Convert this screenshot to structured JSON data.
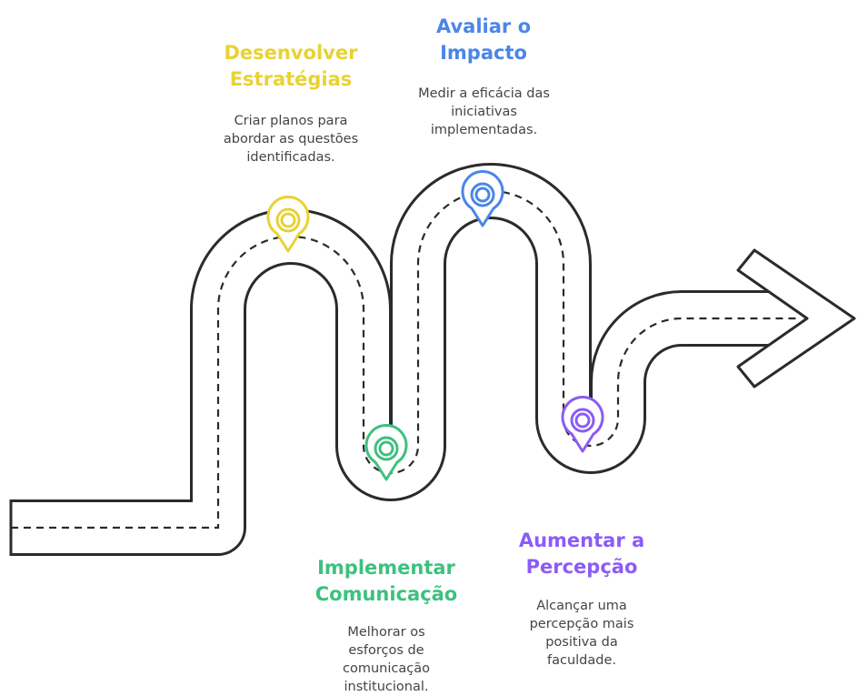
{
  "stages": [
    {
      "id": "desenvolver",
      "title_line1": "Desenvolver",
      "title_line2": "Estratégias",
      "desc_line1": "Criar planos para",
      "desc_line2": "abordar as questões",
      "desc_line3": "identificadas.",
      "color": "#E8D234",
      "icon": "location-pin-icon"
    },
    {
      "id": "implementar",
      "title_line1": "Implementar",
      "title_line2": "Comunicação",
      "desc_line1": "Melhorar os",
      "desc_line2": "esforços de",
      "desc_line3": "comunicação",
      "desc_line4": "institucional.",
      "color": "#3DC17F",
      "icon": "location-pin-icon"
    },
    {
      "id": "avaliar",
      "title_line1": "Avaliar o",
      "title_line2": "Impacto",
      "desc_line1": "Medir a eficácia das",
      "desc_line2": "iniciativas",
      "desc_line3": "implementadas.",
      "color": "#4A86E8",
      "icon": "location-pin-icon"
    },
    {
      "id": "aumentar",
      "title_line1": "Aumentar a",
      "title_line2": "Percepção",
      "desc_line1": "Alcançar uma",
      "desc_line2": "percepção mais",
      "desc_line3": "positiva da",
      "desc_line4": "faculdade.",
      "color": "#8B5CF6",
      "icon": "location-pin-icon"
    }
  ],
  "road": {
    "outline_color": "#2b2b2b",
    "fill_color": "#ffffff",
    "dash_color": "#2b2b2b",
    "icon": "road-arrow-icon"
  }
}
